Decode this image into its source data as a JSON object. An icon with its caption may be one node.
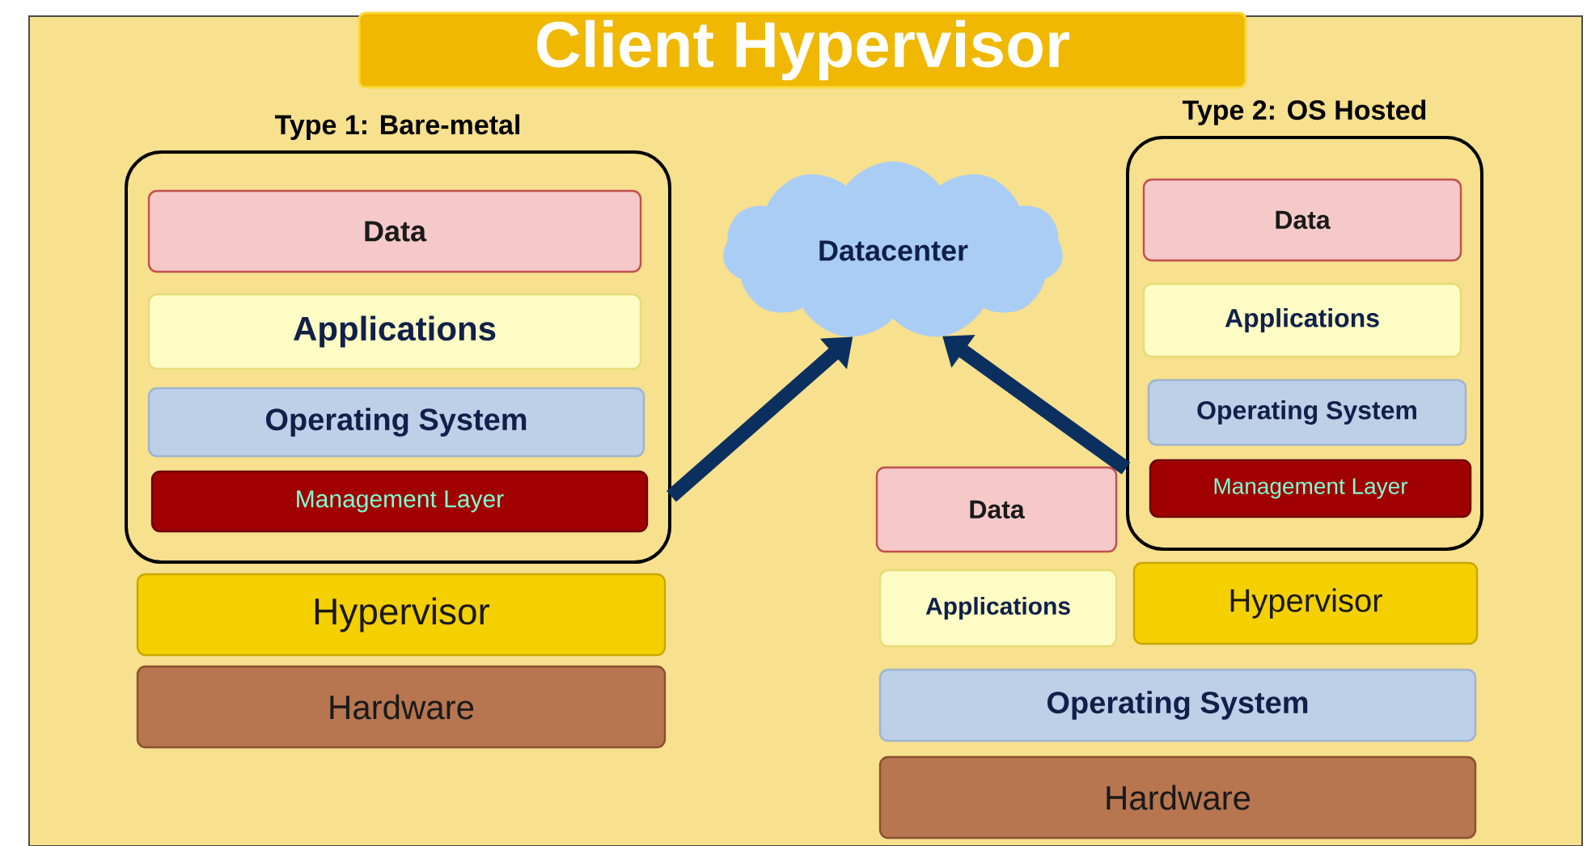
{
  "diagram": {
    "title": "Client Hypervisor",
    "nodes": [
      {
        "text": [
          "Type 1: Bare-metal"
        ]
      },
      {
        "text": [
          "Data"
        ],
        "in": 0
      },
      {
        "text": [
          "Applications"
        ],
        "in": 0
      },
      {
        "text": [
          "Operating System"
        ],
        "in": 0
      },
      {
        "text": [
          "Management Layer"
        ],
        "in": 0
      },
      {
        "text": [
          "Hypervisor"
        ]
      },
      {
        "text": [
          "Hardware"
        ]
      },
      {
        "text": [
          "Datacenter"
        ]
      },
      {
        "text": [
          "Type 2: OS Hosted"
        ]
      },
      {
        "text": [
          "Data"
        ],
        "in": 8
      },
      {
        "text": [
          "Applications"
        ],
        "in": 8
      },
      {
        "text": [
          "Operating System"
        ],
        "in": 8
      },
      {
        "text": [
          "Management Layer"
        ],
        "in": 8
      },
      {
        "text": [
          "Data"
        ]
      },
      {
        "text": [
          "Applications"
        ]
      },
      {
        "text": [
          "Hypervisor"
        ]
      },
      {
        "text": [
          "Operating System"
        ]
      },
      {
        "text": [
          "Hardware"
        ]
      }
    ],
    "edges": [
      {
        "from": 0,
        "to": 7,
        "arrow": "to"
      },
      {
        "from": 8,
        "to": 7,
        "arrow": "to"
      }
    ]
  }
}
